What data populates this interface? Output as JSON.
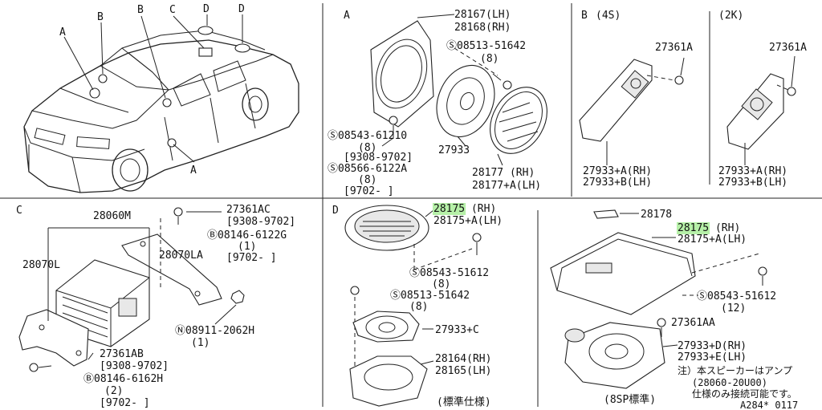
{
  "labels": {
    "car_A1": "A",
    "car_B1": "B",
    "car_B2": "B",
    "car_C": "C",
    "car_D1": "D",
    "car_D2": "D",
    "car_A2": "A",
    "sec_A": "A",
    "sec_B": "B",
    "sec_B_4s": "(4S)",
    "sec_B_2k": "(2K)",
    "sec_C": "C",
    "sec_D": "D"
  },
  "panelA": {
    "p1": "28167(LH)",
    "p2": "28168(RH)",
    "s1": "08513-51642",
    "s1q": "(8)",
    "s2": "08543-61210",
    "s2q": "(8)",
    "s2d": "[9308-9702]",
    "p3": "27933",
    "s3": "08566-6122A",
    "s3q": "(8)",
    "s3d": "[9702-     ]",
    "p4": "28177     (RH)",
    "p5": "28177+A(LH)"
  },
  "panelB": {
    "p1": "27361A",
    "p2": "27361A",
    "p3": "27933+A(RH)",
    "p4": "27933+B(LH)",
    "p5": "27933+A(RH)",
    "p6": "27933+B(LH)"
  },
  "panelC": {
    "p1": "28060M",
    "p2": "27361AC",
    "p2d": "[9308-9702]",
    "p3": "28070LA",
    "s1": "08146-6122G",
    "s1q": "(1)",
    "s1d": "[9702-     ]",
    "p4": "28070L",
    "s2": "08911-2062H",
    "s2q": "(1)",
    "p5": "27361AB",
    "p5d": "[9308-9702]",
    "s3": "08146-6162H",
    "s3q": "(2)",
    "s3d": "[9702-     ]"
  },
  "panelD": {
    "hl1": "28175",
    "p1s": "     (RH)",
    "p2": "28175+A(LH)",
    "s1": "08543-51612",
    "s1q": "(8)",
    "s2": "08513-51642",
    "s2q": "(8)",
    "p3": "27933+C",
    "p4": "28164(RH)",
    "p5": "28165(LH)",
    "cap1": "(標準仕様)",
    "p6": "28178",
    "hl2": "28175",
    "p7s": "     (RH)",
    "p8": "28175+A(LH)",
    "s3": "08543-51612",
    "s3q": "(12)",
    "p9": "27361AA",
    "p10": "27933+D(RH)",
    "p11": "27933+E(LH)",
    "note1": "注）本スピーカーはアンプ",
    "note2": "(28060-20U00)",
    "note3": "仕様のみ接続可能です。",
    "cap2": "(8SP標準)",
    "ref": "A284* 0117"
  }
}
